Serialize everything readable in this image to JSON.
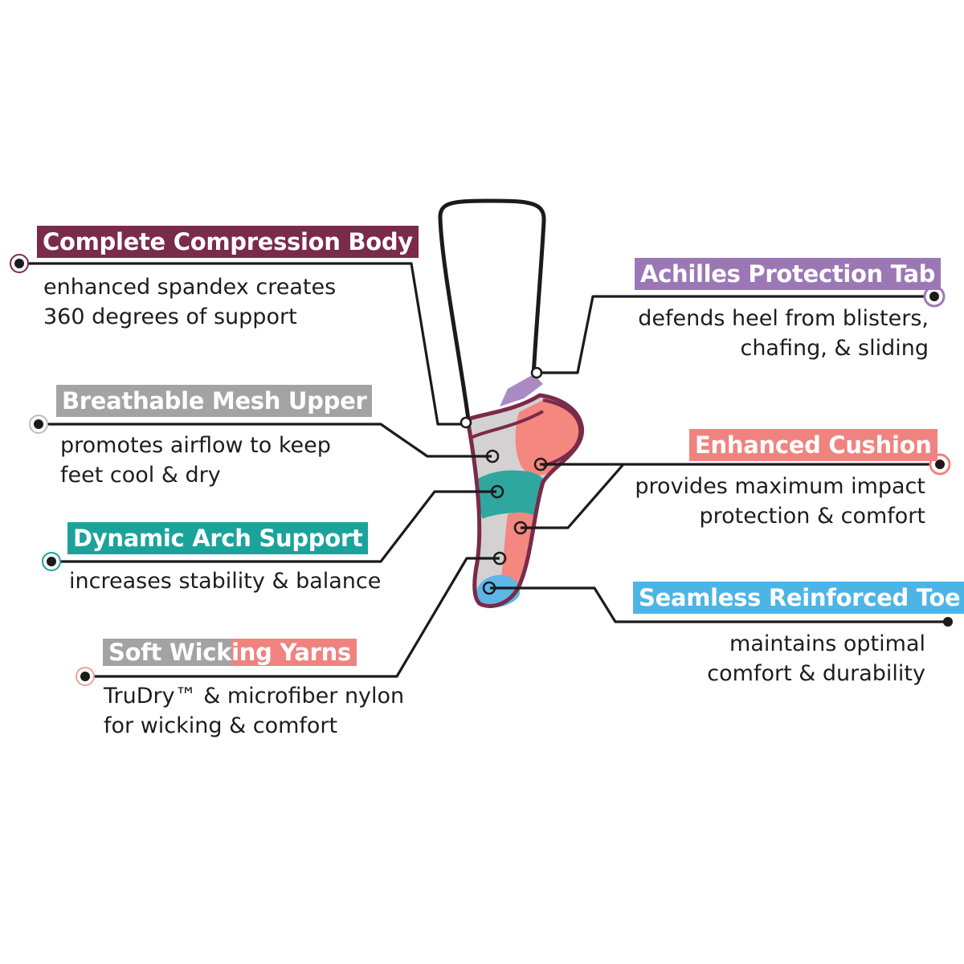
{
  "features": {
    "compression": {
      "title": "Complete Compression Body",
      "line1": "enhanced spandex creates",
      "line2": "360 degrees of support",
      "color": "#7a2a4a"
    },
    "mesh": {
      "title": "Breathable Mesh Upper",
      "line1": "promotes airflow to keep",
      "line2": "feet cool & dry",
      "color": "#a3a3a5"
    },
    "arch": {
      "title": "Dynamic Arch Support",
      "line1": "increases stability & balance",
      "color": "#1ba39b"
    },
    "wicking": {
      "title_part1": "Soft Wick",
      "title_part2": "ing Yarns",
      "line1": "TruDry™ & microfiber nylon",
      "line2": "for wicking & comfort",
      "color1": "#a3a3a5",
      "color2": "#f0837f"
    },
    "achilles": {
      "title": "Achilles Protection Tab",
      "line1": "defends heel from blisters,",
      "line2": "chafing, & sliding",
      "color": "#9b78b5"
    },
    "cushion": {
      "title": "Enhanced Cushion",
      "line1": "provides maximum impact",
      "line2": "protection & comfort",
      "color": "#f0837f"
    },
    "toe": {
      "title": "Seamless Reinforced Toe",
      "line1": "maintains optimal",
      "line2": "comfort & durability",
      "color": "#4db4e6"
    }
  },
  "sock_colors": {
    "outline": "#7a2a4a",
    "grey": "#d3d1d1",
    "pink": "#f4877f",
    "teal": "#2fa79e",
    "lavender": "#a98bc4",
    "blue": "#5eb6e6"
  }
}
